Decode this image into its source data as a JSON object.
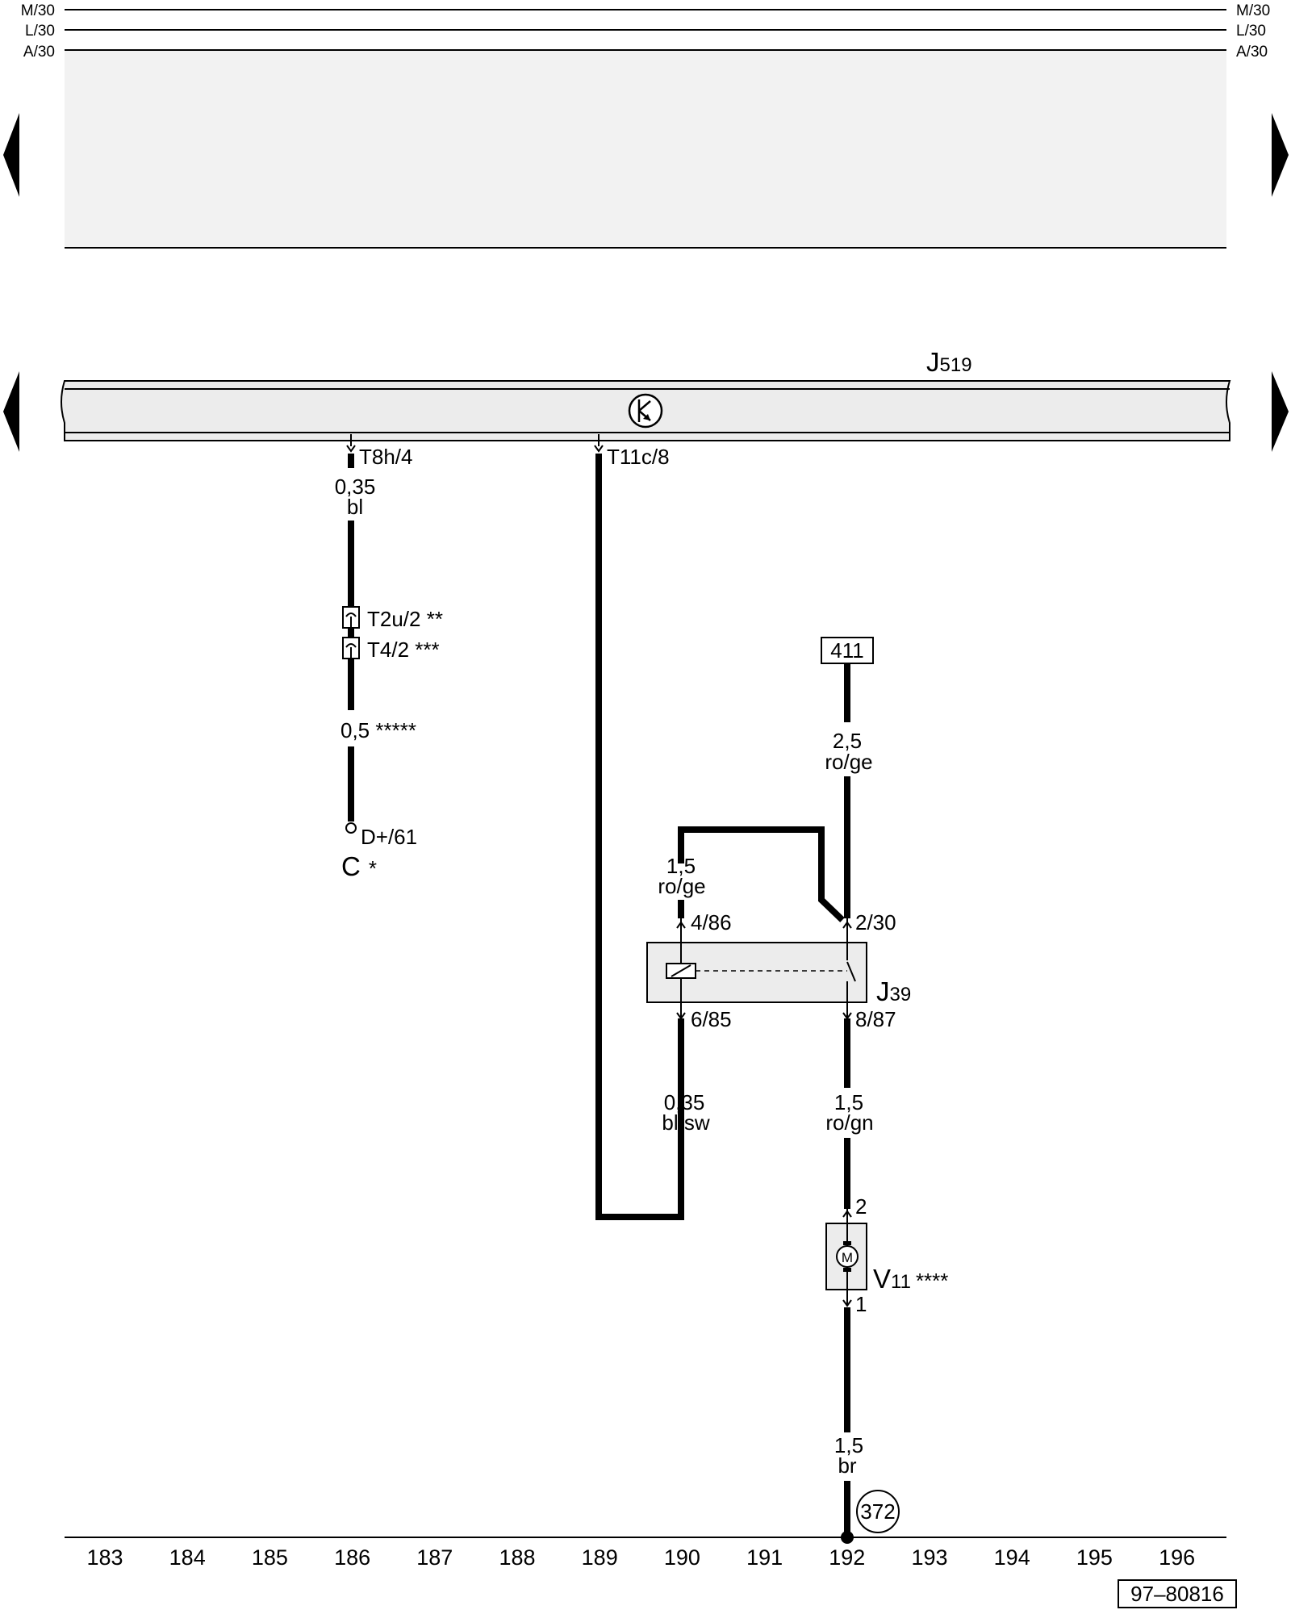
{
  "rails": {
    "left": [
      "M/30",
      "L/30",
      "A/30"
    ],
    "right": [
      "M/30",
      "L/30",
      "A/30"
    ]
  },
  "modules": {
    "j519": {
      "name": "J",
      "sub": "519"
    },
    "j39": {
      "name": "J",
      "sub": "39"
    },
    "v11": {
      "name": "V",
      "sub": "11",
      "note": "****"
    },
    "c": {
      "name": "C",
      "note": "*"
    }
  },
  "pins": {
    "t8h": "T8h/4",
    "t11c": "T11c/8",
    "t2u": "T2u/2 **",
    "t4": "T4/2 ***",
    "dplus": "D+/61",
    "p486": "4/86",
    "p230": "2/30",
    "p685": "6/85",
    "p887": "8/87",
    "v11_2": "2",
    "v11_1": "1"
  },
  "wires": {
    "w1": {
      "size": "0,35",
      "color": "bl"
    },
    "w2": {
      "size": "0,5 *****"
    },
    "w3": {
      "size": "2,5",
      "color": "ro/ge"
    },
    "w4": {
      "size": "1,5",
      "color": "ro/ge"
    },
    "w5": {
      "size": "0,35",
      "color": "bl/sw"
    },
    "w6": {
      "size": "1,5",
      "color": "ro/gn"
    },
    "w7": {
      "size": "1,5",
      "color": "br"
    }
  },
  "refs": {
    "box411": "411",
    "ground372": "372"
  },
  "columns": [
    "183",
    "184",
    "185",
    "186",
    "187",
    "188",
    "189",
    "190",
    "191",
    "192",
    "193",
    "194",
    "195",
    "196"
  ],
  "doc_id": "97–80816",
  "icons": {
    "nav_left": "triangle-left-icon",
    "nav_right": "triangle-right-icon",
    "databus": "databus-k-icon",
    "relay": "relay-coil-icon",
    "motor": "motor-m-icon",
    "connector": "connector-icon"
  }
}
